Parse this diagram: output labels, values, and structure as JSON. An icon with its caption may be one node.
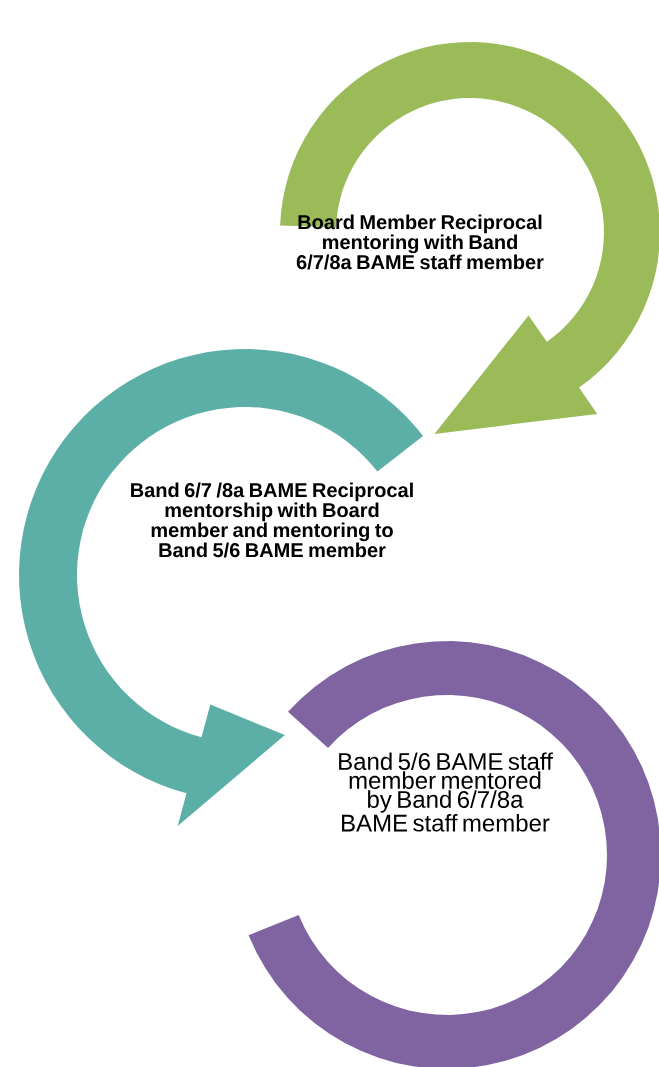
{
  "diagram": {
    "nodes": [
      {
        "text": [
          "Board Member Reciprocal mentoring with Band 6/7/8a BAME staff member"
        ]
      },
      {
        "text": [
          "Band 6/7 /8a BAME Reciprocal mentorship with Board member and mentoring to Band 5/6 BAME member"
        ]
      },
      {
        "text": [
          "Band 5/6 BAME staff member mentored by Band 6/7/8a BAME staff member"
        ]
      }
    ]
  }
}
